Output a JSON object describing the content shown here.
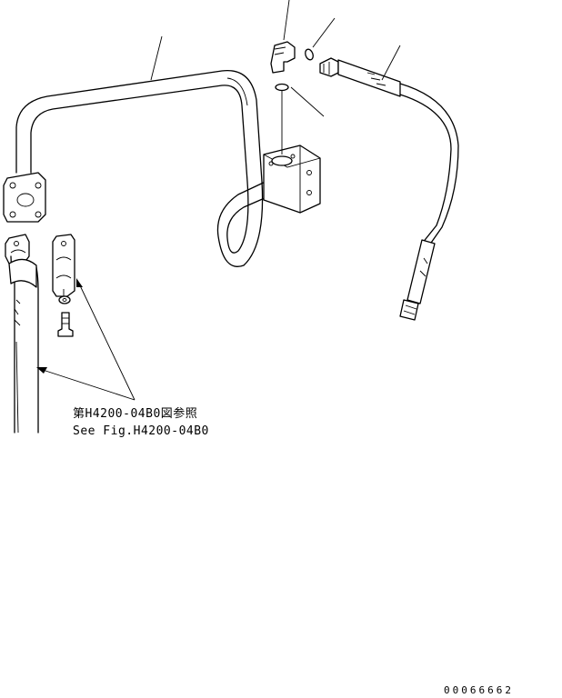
{
  "notes": {
    "reference_ja": "第H4200-04B0図参照",
    "reference_en": "See Fig.H4200-04B0"
  },
  "document": {
    "id": "00066662"
  }
}
